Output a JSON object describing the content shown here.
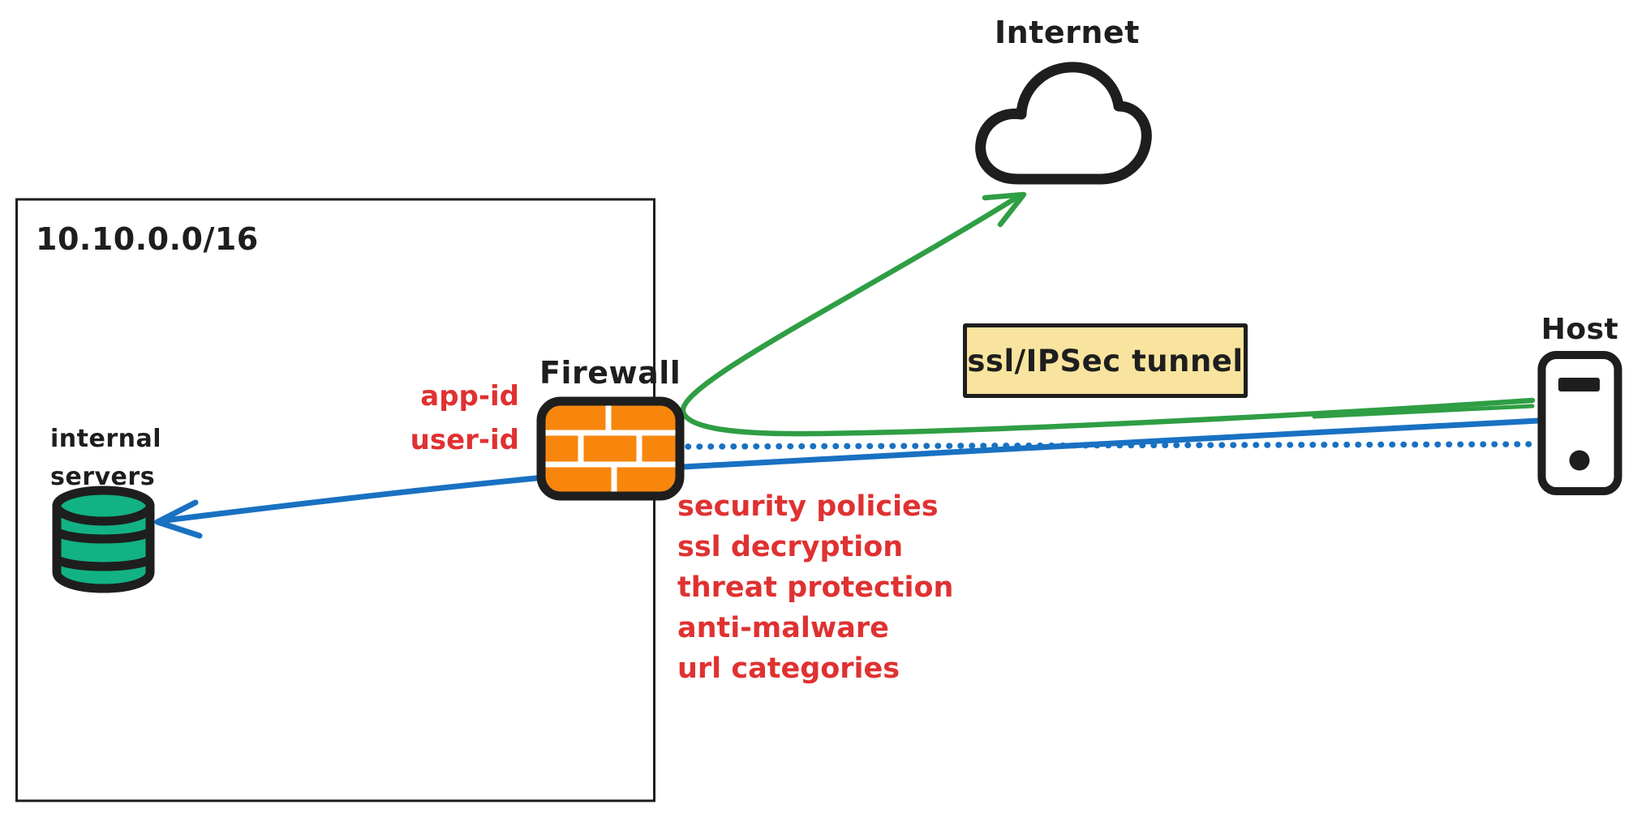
{
  "diagram": {
    "internet": {
      "label": "Internet"
    },
    "network_boundary": {
      "cidr_label": "10.10.0.0/16"
    },
    "internal_servers": {
      "label_line1": "internal",
      "label_line2": "servers"
    },
    "firewall": {
      "label": "Firewall",
      "inbound_annotations": [
        "app-id",
        "user-id"
      ],
      "policy_annotations": [
        "security policies",
        "ssl decryption",
        "threat protection",
        "anti-malware",
        "url categories"
      ]
    },
    "tunnel": {
      "label": "ssl/IPSec tunnel"
    },
    "host": {
      "label": "Host"
    },
    "colors": {
      "ink": "#1e1e1e",
      "green_arrow": "#2f9e44",
      "blue_arrow": "#1971c2",
      "annotation_red": "#e03131",
      "firewall_orange": "#f8860d",
      "database_green": "#12b284",
      "tunnel_yellow": "#f8e49e"
    }
  }
}
